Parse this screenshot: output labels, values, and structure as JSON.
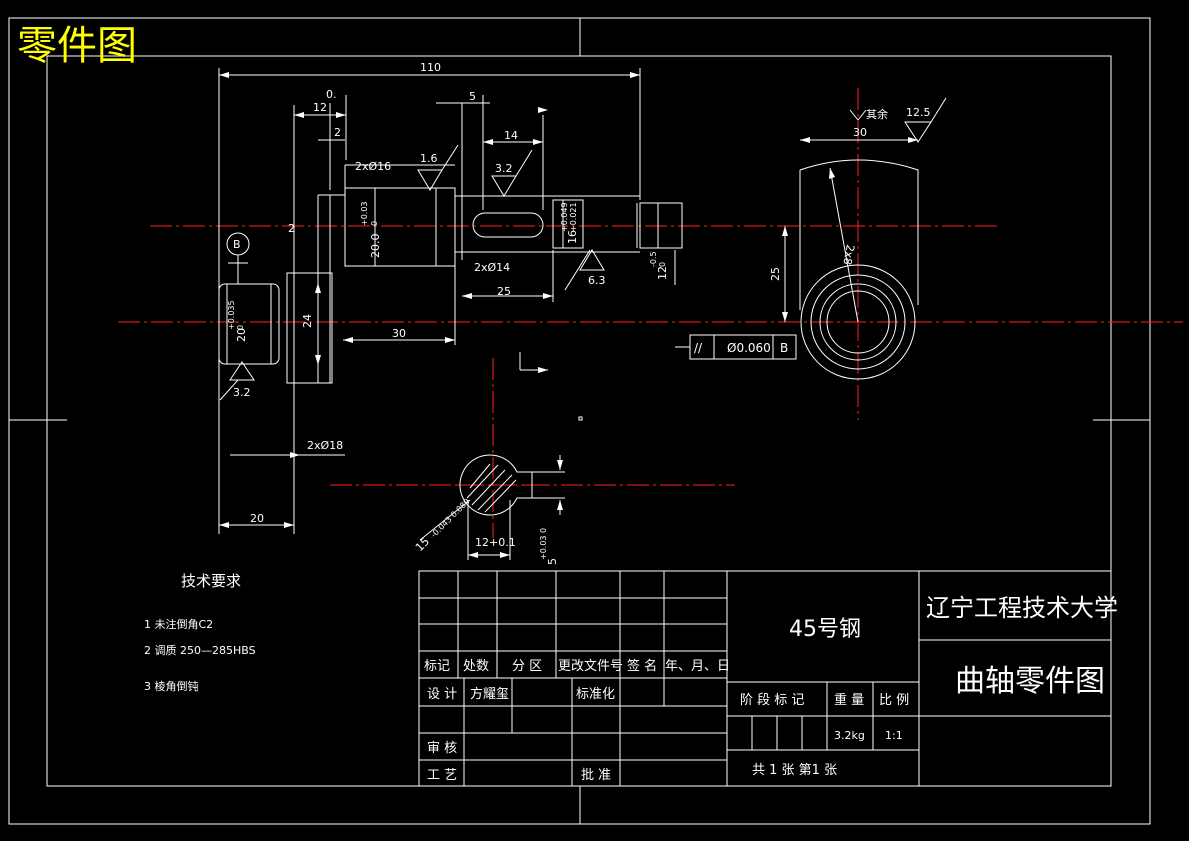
{
  "drawing_title": "零件图",
  "dimensions": {
    "d110": "110",
    "d12": "12",
    "d0": "0.",
    "d2a": "2",
    "d2b": "2",
    "d5": "5",
    "d14": "14",
    "d2x16": "2xØ16",
    "d20tol": "20.0",
    "d20tol_sup": "+0.03",
    "d20tol_sub": "0",
    "d16tol": "16",
    "d16tol_sup": "+0.049",
    "d16tol_sub": "+0.021",
    "d2x14": "2xØ14",
    "d25h": "25",
    "d30h": "30",
    "d24": "24",
    "d20left": "20",
    "d20left_sup": "+0.035",
    "d20left_sub": "0",
    "d2x18": "2xØ18",
    "d20bottom": "20",
    "d12small": "12",
    "d12small_sup": "-0.5",
    "d12small_sub": "0",
    "d30top": "30",
    "d25v": "25",
    "dR": "2x8",
    "d15sec": "15",
    "d15sec_tol": "-0.043 0.089",
    "d12sec": "12+0.1",
    "d5sec": "5",
    "d5sec_tol": "+0.03 0"
  },
  "roughness": {
    "r16": "1.6",
    "r32a": "3.2",
    "r63": "6.3",
    "r32b": "3.2",
    "rest_label": "其余",
    "r125": "12.5"
  },
  "datum": {
    "letter": "B"
  },
  "tolerance_frame": {
    "symbol": "//",
    "value": "Ø0.060",
    "datum": "B"
  },
  "tech_requirements": {
    "heading": "技术要求",
    "items": [
      "1  未注倒角C2",
      "2  调质 250—285HBS",
      "3  棱角倒钝"
    ]
  },
  "title_block": {
    "material": "45号钢",
    "school": "辽宁工程技术大学",
    "part_name": "曲轴零件图",
    "header_labels": [
      "标记",
      "处数",
      "分 区",
      "更改文件号",
      "签 名",
      "年、月、日"
    ],
    "design_label": "设 计",
    "designer": "方耀玺",
    "standardize_label": "标准化",
    "review_label": "审 核",
    "process_label": "工 艺",
    "approve_label": "批 准",
    "stage_label": "阶 段 标 记",
    "weight_label": "重 量",
    "scale_label": "比 例",
    "weight_value": "3.2kg",
    "scale_value": "1:1",
    "sheets": "共  1 张   第1   张"
  }
}
